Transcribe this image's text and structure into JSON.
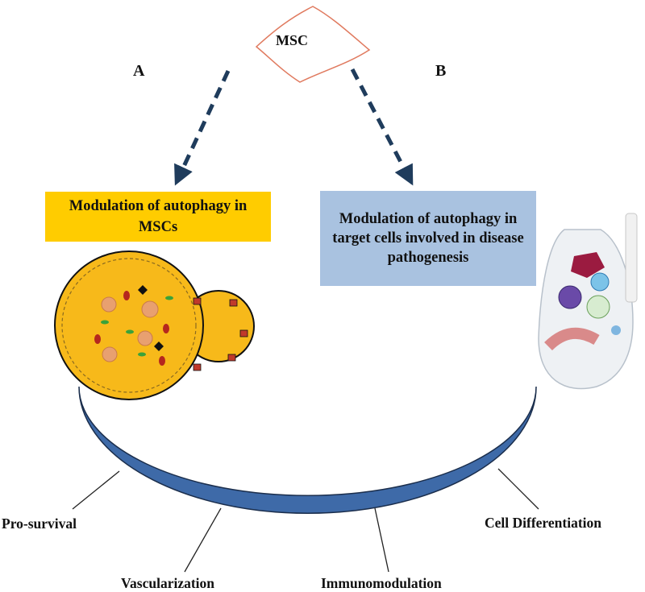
{
  "source": "MSC",
  "branches": {
    "a": {
      "letter": "A",
      "text": "Modulation of autophagy in MSCs"
    },
    "b": {
      "letter": "B",
      "text": "Modulation of autophagy in target cells involved in disease pathogenesis"
    }
  },
  "outcomes": [
    "Pro-survival",
    "Vascularization",
    "Immunomodulation",
    "Cell Differentiation"
  ],
  "colors": {
    "box_a": "#ffcc00",
    "box_b": "#a9c2e0",
    "arrow": "#1f3c5c",
    "arc": "#3e6aa8",
    "cell": "#f7b91a",
    "msc_outline": "#e07a5f"
  }
}
